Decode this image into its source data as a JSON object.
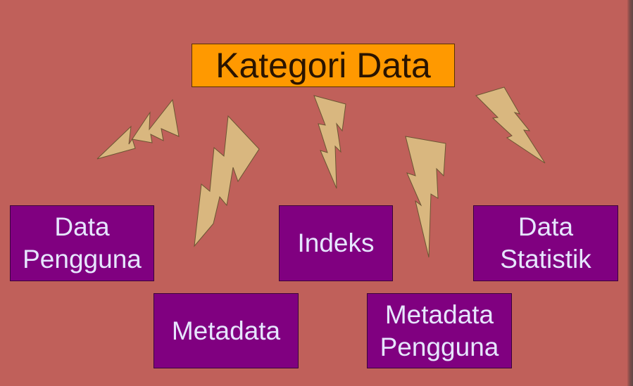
{
  "title": "Kategori Data",
  "nodes": {
    "data_pengguna": [
      "Data",
      "Pengguna"
    ],
    "indeks": [
      "Indeks"
    ],
    "data_statistik": [
      "Data",
      "Statistik"
    ],
    "metadata": [
      "Metadata"
    ],
    "metadata_pengguna": [
      "Metadata",
      "Pengguna"
    ]
  },
  "colors": {
    "background": "#c0605a",
    "title_fill": "#ff9900",
    "node_fill": "#800080",
    "node_text": "#e6e6ff",
    "bolt_fill": "#d9b77f"
  }
}
